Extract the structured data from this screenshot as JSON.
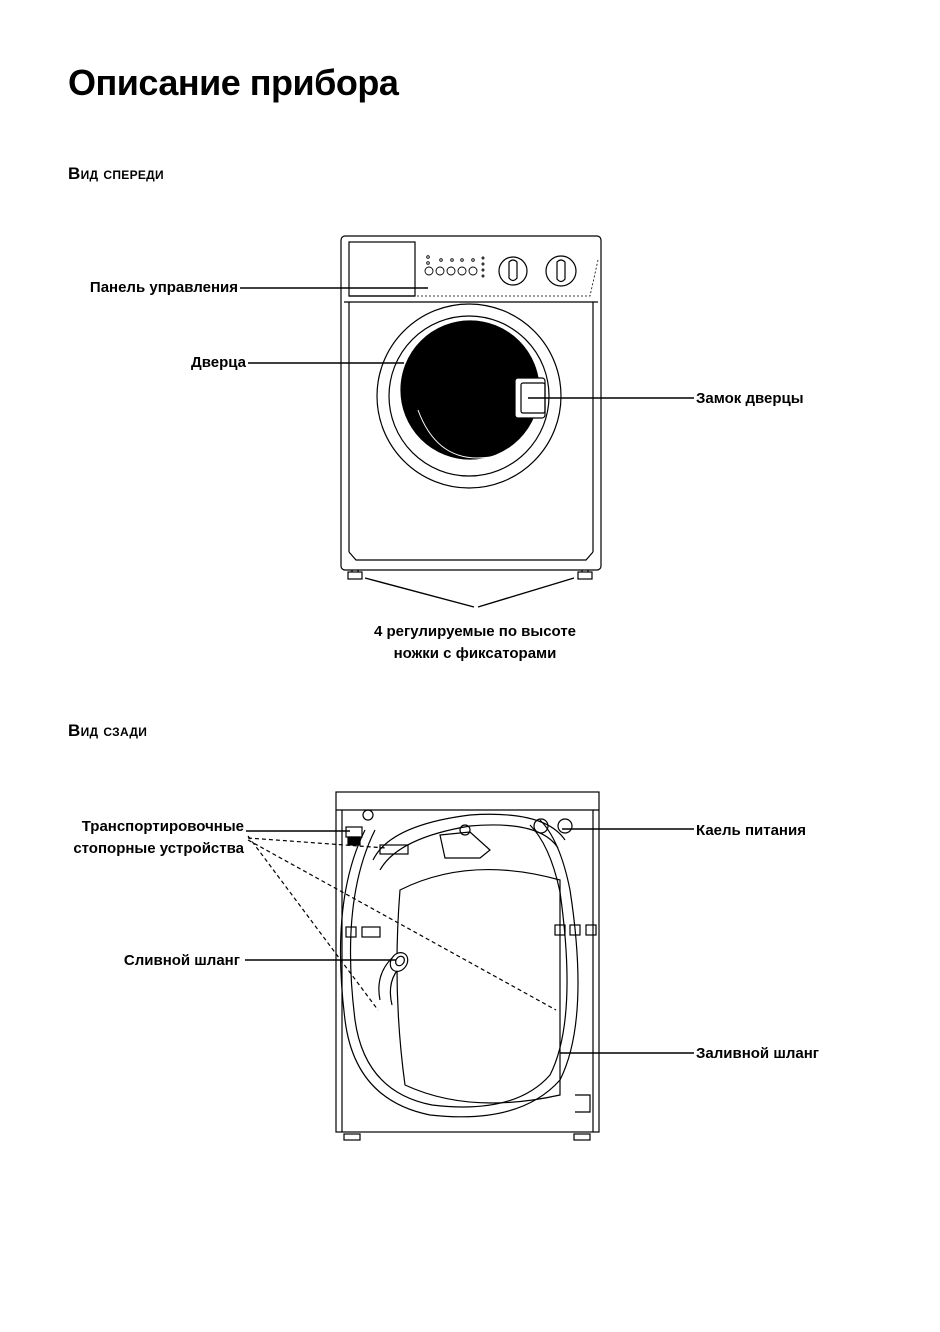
{
  "page": {
    "title": "Описание прибора",
    "front_heading": "Вид спереди",
    "rear_heading": "Вид сзади"
  },
  "front_labels": {
    "control_panel": "Панель управления",
    "door": "Дверца",
    "door_lock": "Замок дверцы",
    "feet_line1": "4 регулируемые по высоте",
    "feet_line2": "ножки с фиксаторами"
  },
  "rear_labels": {
    "transport_line1": "Транспортировочные",
    "transport_line2": "стопорные устройства",
    "power_cable": "Каель питания",
    "drain_hose": "Сливной шланг",
    "inlet_hose": "Заливной шланг"
  }
}
